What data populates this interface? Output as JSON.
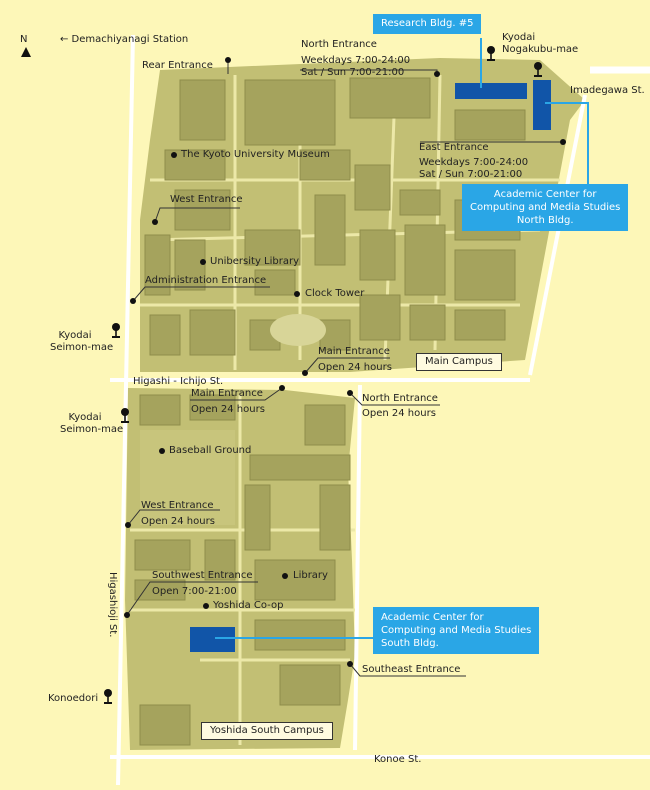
{
  "compass": {
    "label": "N"
  },
  "station": "← Demachiyanagi Station",
  "streets": {
    "imadegawa": "Imadegawa St.",
    "higashi_ichijo": "Higashi - Ichijo St.",
    "higashioji": "Higashioji St.",
    "konoe": "Konoe St."
  },
  "bus_stops": {
    "nogakubu": [
      "Kyodai",
      "Nogakubu-mae"
    ],
    "seimon1": [
      "Kyodai",
      "Seimon-mae"
    ],
    "seimon2": [
      "Kyodai",
      "Seimon-mae"
    ],
    "konoedori": "Konoedori"
  },
  "entrances": {
    "rear": "Rear Entrance",
    "north": {
      "name": "North Entrance",
      "hours1": "Weekdays 7:00-24:00",
      "hours2": "Sat / Sun 7:00-21:00"
    },
    "east": {
      "name": "East Entrance",
      "hours1": "Weekdays 7:00-24:00",
      "hours2": "Sat / Sun 7:00-21:00"
    },
    "west_main": "West Entrance",
    "administration": "Administration Entrance",
    "main_main": {
      "name": "Main Entrance",
      "hours": "Open 24 hours"
    },
    "main_south": {
      "name": "Main Entrance",
      "hours": "Open 24 hours"
    },
    "north_south": {
      "name": "North Entrance",
      "hours": "Open 24 hours"
    },
    "west_south": {
      "name": "West Entrance",
      "hours": "Open 24 hours"
    },
    "southwest": {
      "name": "Southwest Entrance",
      "hours": "Open 7:00-21:00"
    },
    "southeast": "Southeast Entrance"
  },
  "landmarks": {
    "museum": "The Kyoto University Museum",
    "library_main": "Unibersity Library",
    "clock_tower": "Clock Tower",
    "baseball": "Baseball Ground",
    "library_south": "Library",
    "coop": "Yoshida Co-op"
  },
  "campuses": {
    "main": "Main Campus",
    "south": "Yoshida South Campus"
  },
  "highlights": {
    "research5": "Research Bldg. #5",
    "accms_north": [
      "Academic Center for",
      "Computing and Media Studies",
      "North Bldg."
    ],
    "accms_south": [
      "Academic Center for",
      "Computing and Media Studies",
      "South Bldg."
    ]
  },
  "colors": {
    "background": "#fdf7b8",
    "campus": "#c2bf74",
    "building": "#a5a35d",
    "road": "#ffffff",
    "highlight_building": "#1155a8",
    "callout": "#2aa6e6"
  }
}
